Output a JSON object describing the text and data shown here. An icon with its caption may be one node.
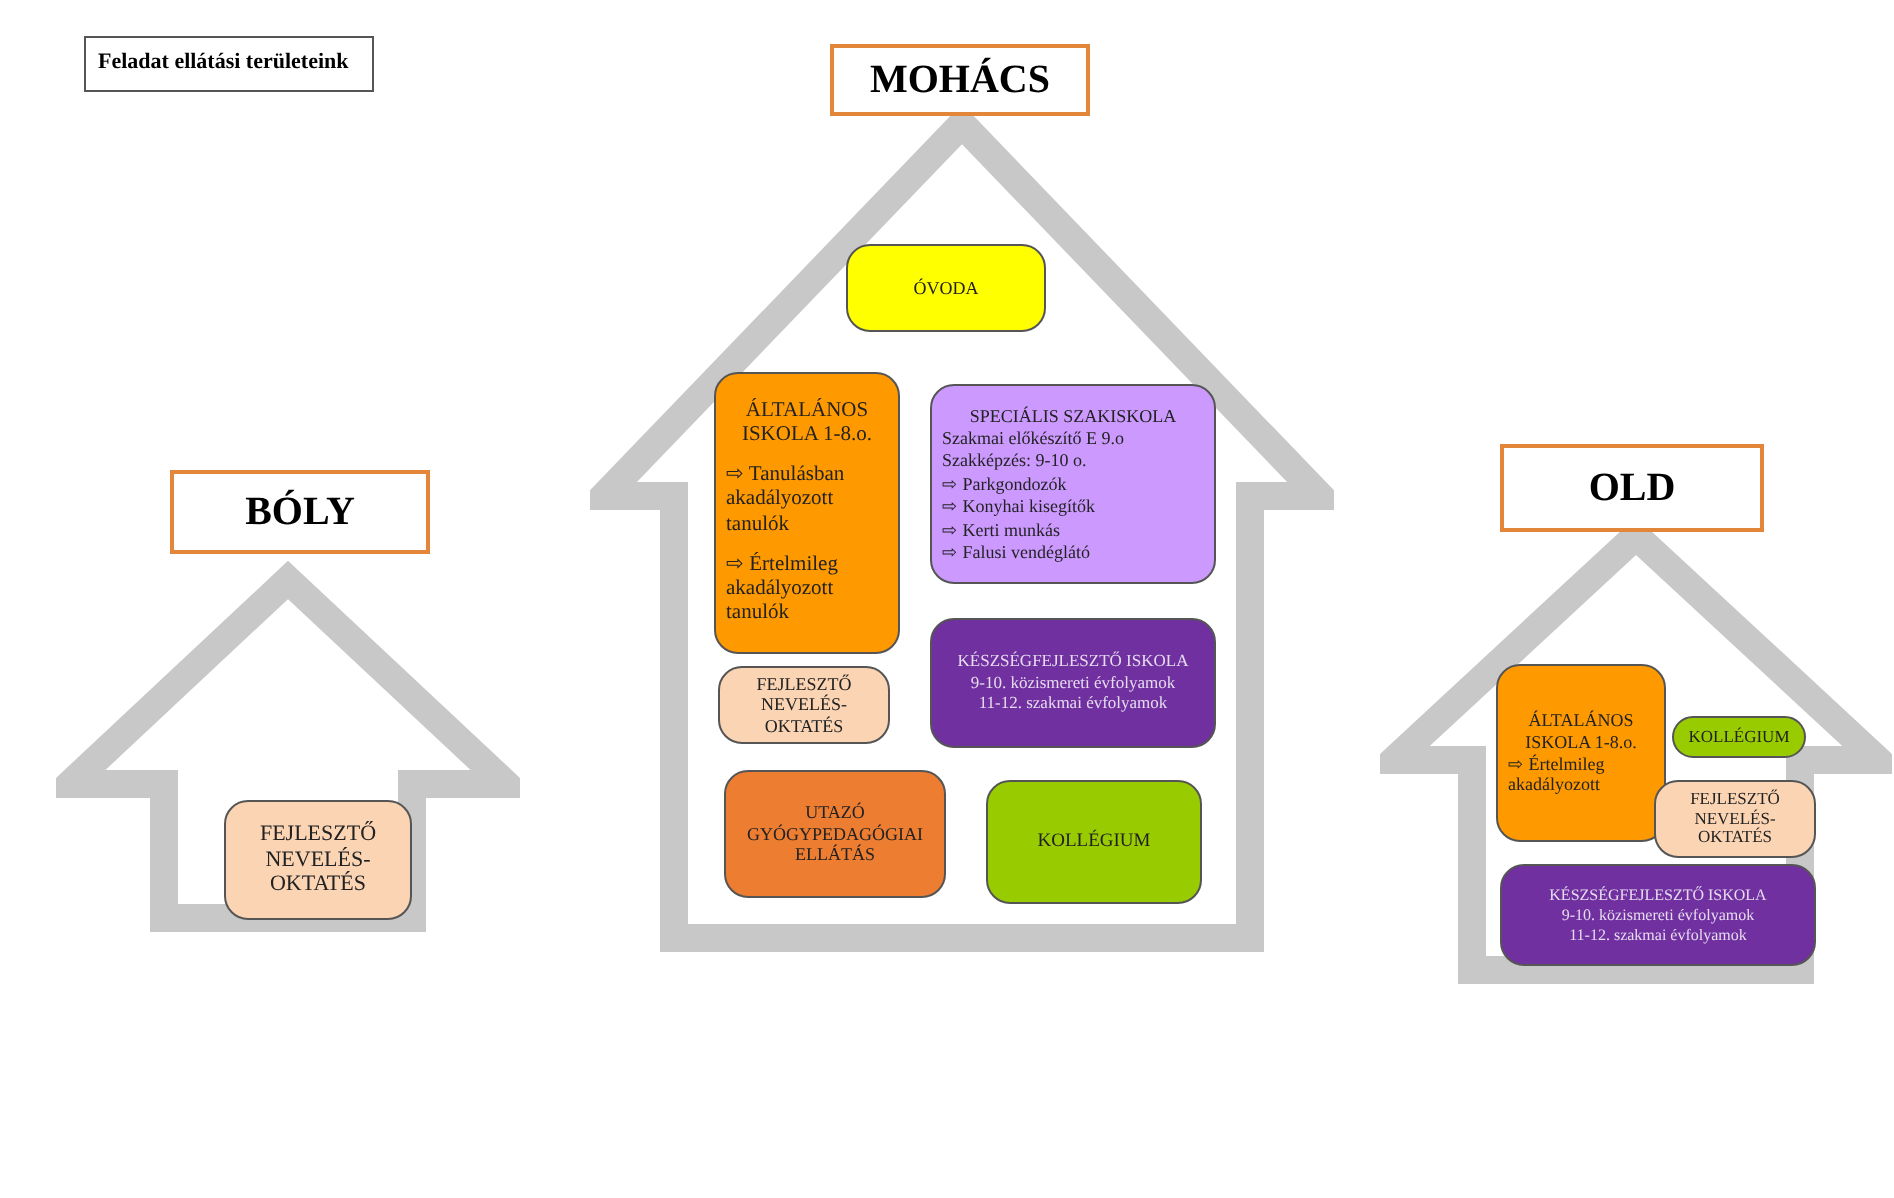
{
  "diagram": {
    "title": "Feladat ellátási területeink",
    "nodes": [
      {
        "text": [
          "BÓLY"
        ]
      },
      {
        "text": [
          "FEJLESZTŐ NEVELÉS-OKTATÉS"
        ],
        "in": 0
      },
      {
        "text": [
          "MOHÁCS"
        ]
      },
      {
        "text": [
          "ÓVODA"
        ],
        "in": 2
      },
      {
        "text": [
          "ÁLTALÁNOS ISKOLA 1-8.o.",
          "⇨ Tanulásban akadályozott tanulók",
          "⇨ Értelmileg akadályozott tanulók"
        ],
        "in": 2
      },
      {
        "text": [
          "SPECIÁLIS SZAKISKOLA",
          "Szakmai előkészítő E 9.o",
          "Szakképzés: 9-10 o.",
          "⇨ Parkgondozók",
          "⇨ Konyhai kisegítők",
          "⇨ Kerti munkás",
          "⇨ Falusi vendéglátó"
        ],
        "in": 2
      },
      {
        "text": [
          "FEJLESZTŐ NEVELÉS-OKTATÉS"
        ],
        "in": 2
      },
      {
        "text": [
          "KÉSZSÉGFEJLESZTŐ ISKOLA",
          "9-10. közismereti évfolyamok",
          "11-12. szakmai évfolyamok"
        ],
        "in": 2
      },
      {
        "text": [
          "UTAZÓ GYÓGYPEDAGÓGIAI ELLÁTÁS"
        ],
        "in": 2
      },
      {
        "text": [
          "KOLLÉGIUM"
        ],
        "in": 2
      },
      {
        "text": [
          "OLD"
        ]
      },
      {
        "text": [
          "ÁLTALÁNOS ISKOLA 1-8.o.",
          "⇨ Értelmileg akadályozott"
        ],
        "in": 10
      },
      {
        "text": [
          "KOLLÉGIUM"
        ],
        "in": 10
      },
      {
        "text": [
          "FEJLESZTŐ NEVELÉS-OKTATÉS"
        ],
        "in": 10
      },
      {
        "text": [
          "KÉSZSÉGFEJLESZTŐ ISKOLA",
          "9-10. közismereti évfolyamok",
          "11-12. szakmai évfolyamok"
        ],
        "in": 10
      }
    ],
    "edges": []
  }
}
